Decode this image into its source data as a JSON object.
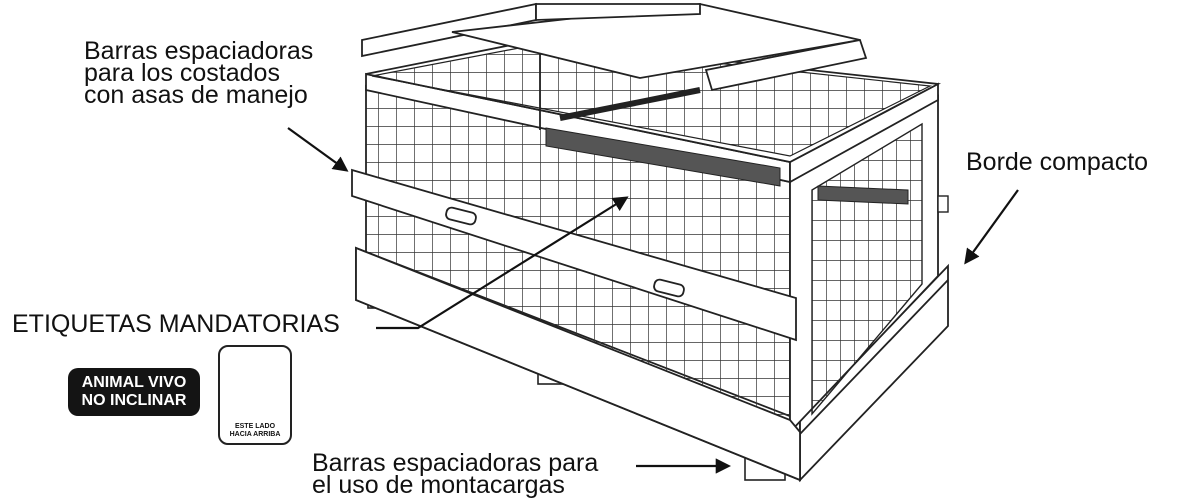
{
  "labels": {
    "spacers_sides": [
      "Barras espaciadoras",
      "para los costados",
      "con asas de manejo"
    ],
    "compact_border": "Borde compacto",
    "mandatory_labels": "ETIQUETAS MANDATORIAS",
    "spacers_forklift": [
      "Barras espaciadoras para",
      "el uso de montacargas"
    ]
  },
  "badges": {
    "live_animal": [
      "ANIMAL VIVO",
      "NO INCLINAR"
    ],
    "this_side_up": [
      "ESTE LADO",
      "HACIA ARRIBA"
    ]
  },
  "colors": {
    "ink": "#111111",
    "badge_fill": "#141414",
    "mesh": "#333333",
    "wood": "#ffffff",
    "dark_strip": "#555555"
  },
  "icons": {
    "arrow": "pointer-arrow-icon",
    "up_arrows": "up-arrows-icon"
  }
}
